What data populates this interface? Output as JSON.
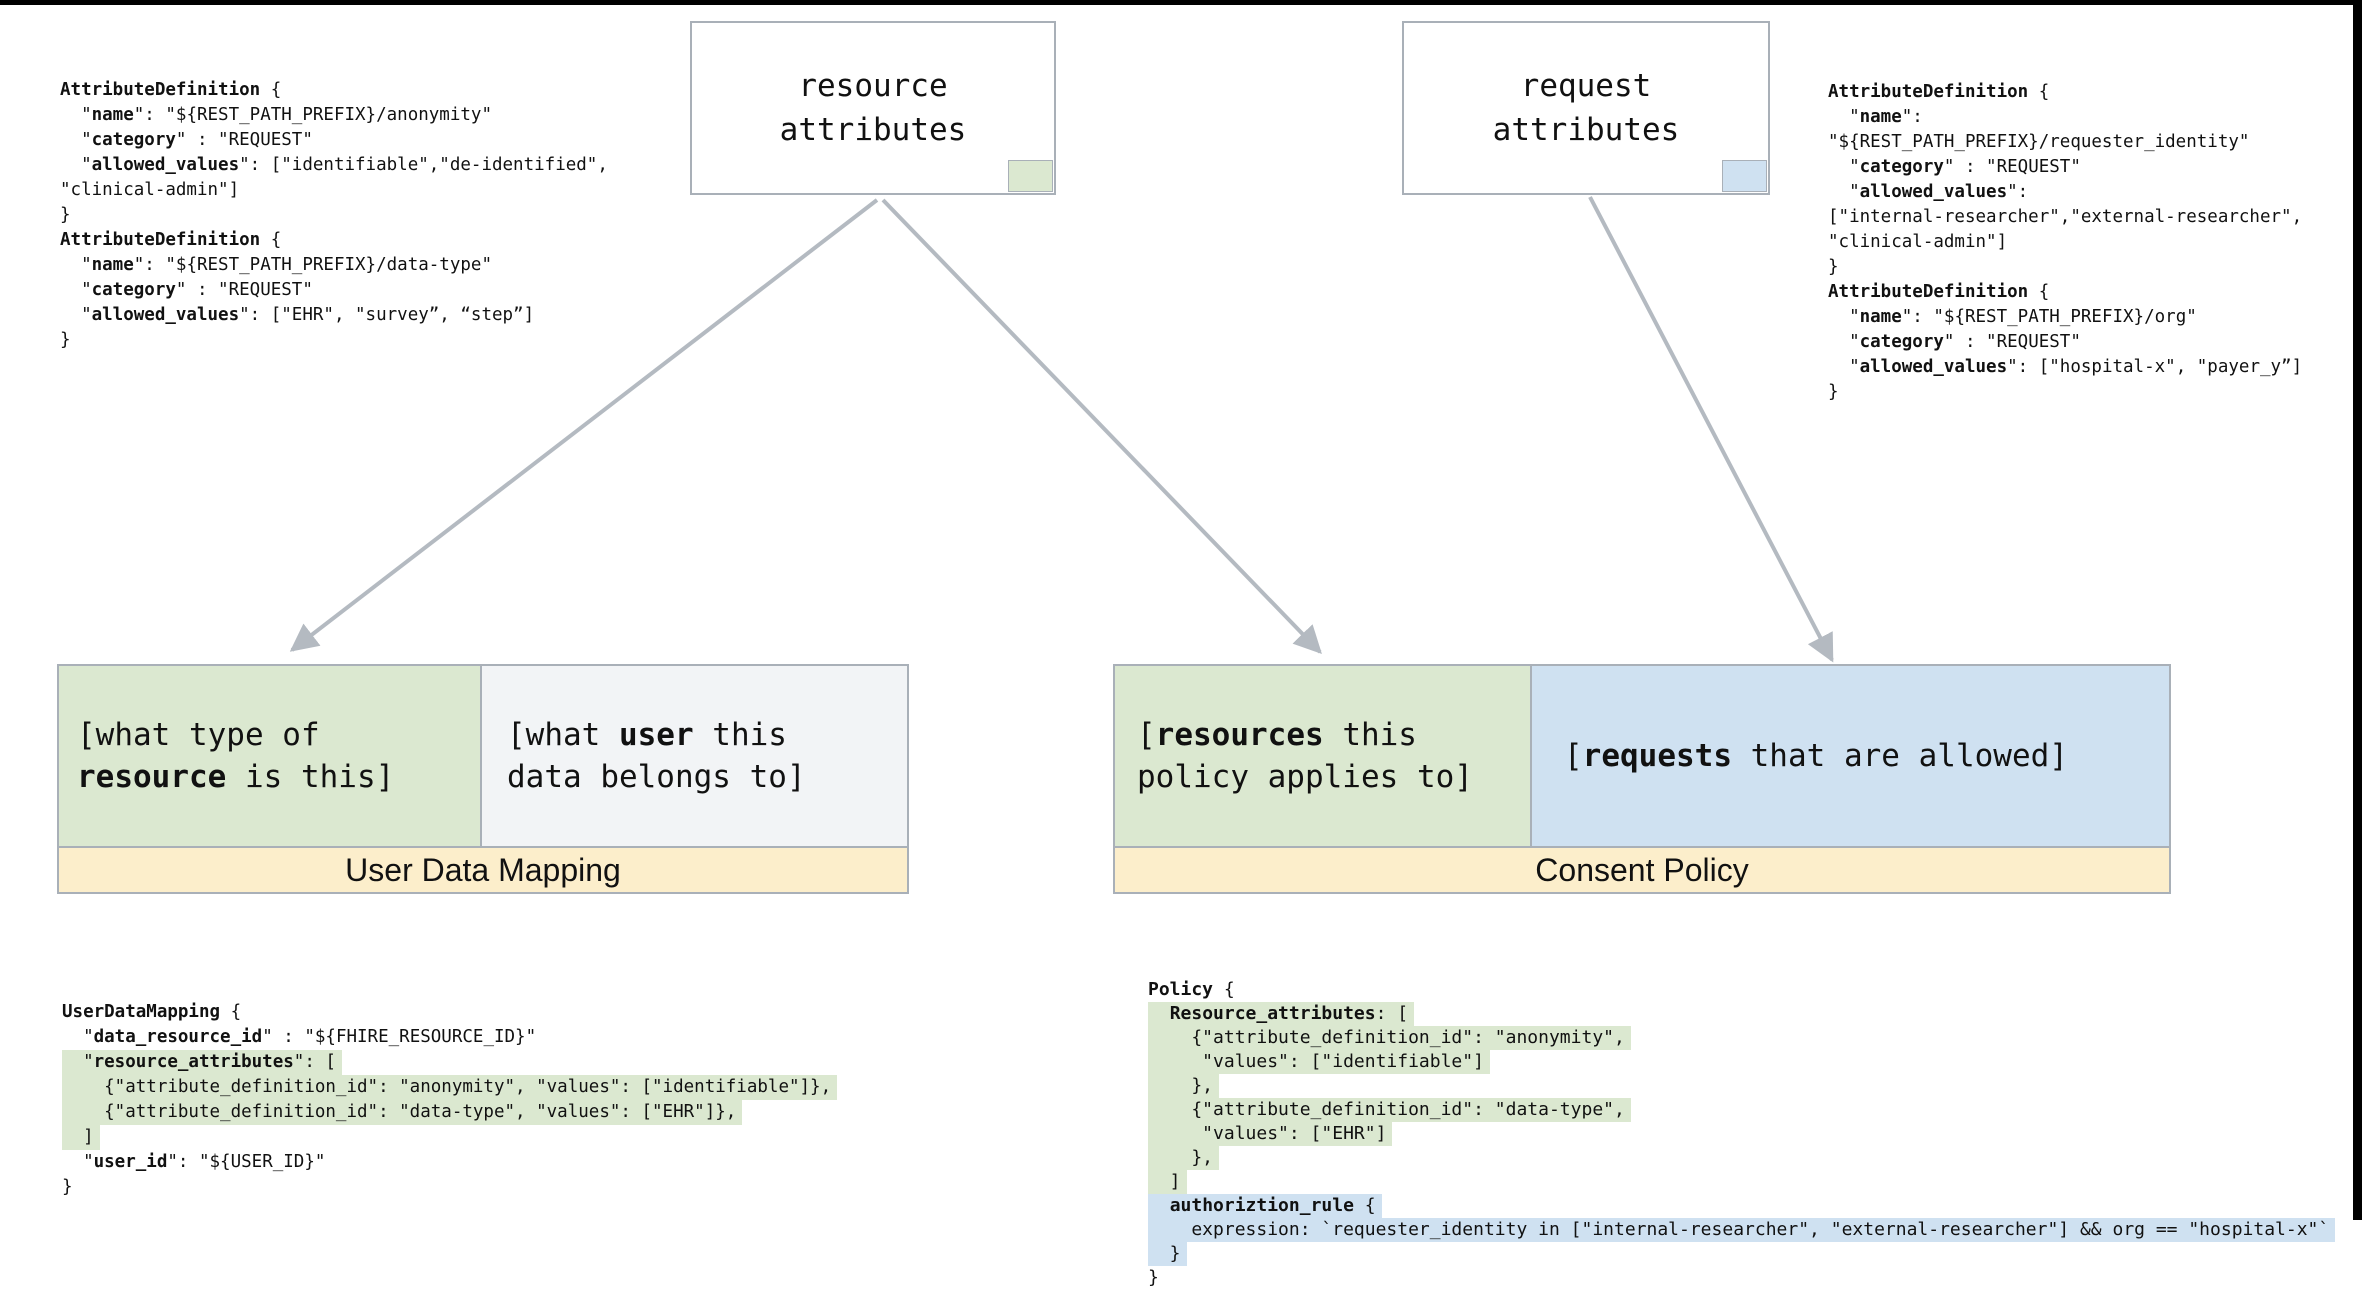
{
  "colors": {
    "green": "#dbe8d0",
    "blue": "#cfe1f1",
    "yellow": "#fceecb",
    "graycell": "#f2f4f6",
    "border": "#a9b0b8",
    "arrow": "#b4bac1",
    "black": "#000000"
  },
  "top_boxes": {
    "resource": {
      "label": "resource\nattributes"
    },
    "request": {
      "label": "request\nattributes"
    }
  },
  "attribute_definitions": {
    "left": {
      "lines": [
        {
          "hl": null,
          "segs": [
            {
              "t": "AttributeDefinition",
              "b": true
            },
            {
              "t": " {"
            }
          ]
        },
        {
          "hl": null,
          "segs": [
            {
              "t": "  \""
            },
            {
              "t": "name",
              "b": true
            },
            {
              "t": "\": \"${REST_PATH_PREFIX}/anonymity\""
            }
          ]
        },
        {
          "hl": null,
          "segs": [
            {
              "t": "  \""
            },
            {
              "t": "category",
              "b": true
            },
            {
              "t": "\" : \"REQUEST\""
            }
          ]
        },
        {
          "hl": null,
          "segs": [
            {
              "t": "  \""
            },
            {
              "t": "allowed_values",
              "b": true
            },
            {
              "t": "\": [\"identifiable\",\"de-identified\","
            }
          ]
        },
        {
          "hl": null,
          "segs": [
            {
              "t": "\"clinical-admin\"]"
            }
          ]
        },
        {
          "hl": null,
          "segs": [
            {
              "t": "}"
            }
          ]
        },
        {
          "hl": null,
          "segs": [
            {
              "t": "AttributeDefinition",
              "b": true
            },
            {
              "t": " {"
            }
          ]
        },
        {
          "hl": null,
          "segs": [
            {
              "t": "  \""
            },
            {
              "t": "name",
              "b": true
            },
            {
              "t": "\": \"${REST_PATH_PREFIX}/data-type\""
            }
          ]
        },
        {
          "hl": null,
          "segs": [
            {
              "t": "  \""
            },
            {
              "t": "category",
              "b": true
            },
            {
              "t": "\" : \"REQUEST\""
            }
          ]
        },
        {
          "hl": null,
          "segs": [
            {
              "t": "  \""
            },
            {
              "t": "allowed_values",
              "b": true
            },
            {
              "t": "\": [\"EHR\", \"survey”, “step”]"
            }
          ]
        },
        {
          "hl": null,
          "segs": [
            {
              "t": "}"
            }
          ]
        }
      ]
    },
    "right": {
      "lines": [
        {
          "hl": null,
          "segs": [
            {
              "t": "AttributeDefinition",
              "b": true
            },
            {
              "t": " {"
            }
          ]
        },
        {
          "hl": null,
          "segs": [
            {
              "t": "  \""
            },
            {
              "t": "name",
              "b": true
            },
            {
              "t": "\":"
            }
          ]
        },
        {
          "hl": null,
          "segs": [
            {
              "t": "\"${REST_PATH_PREFIX}/requester_identity\""
            }
          ]
        },
        {
          "hl": null,
          "segs": [
            {
              "t": "  \""
            },
            {
              "t": "category",
              "b": true
            },
            {
              "t": "\" : \"REQUEST\""
            }
          ]
        },
        {
          "hl": null,
          "segs": [
            {
              "t": "  \""
            },
            {
              "t": "allowed_values",
              "b": true
            },
            {
              "t": "\":"
            }
          ]
        },
        {
          "hl": null,
          "segs": [
            {
              "t": "[\"internal-researcher\",\"external-researcher\","
            }
          ]
        },
        {
          "hl": null,
          "segs": [
            {
              "t": "\"clinical-admin\"]"
            }
          ]
        },
        {
          "hl": null,
          "segs": [
            {
              "t": "}"
            }
          ]
        },
        {
          "hl": null,
          "segs": [
            {
              "t": "AttributeDefinition",
              "b": true
            },
            {
              "t": " {"
            }
          ]
        },
        {
          "hl": null,
          "segs": [
            {
              "t": "  \""
            },
            {
              "t": "name",
              "b": true
            },
            {
              "t": "\": \"${REST_PATH_PREFIX}/org\""
            }
          ]
        },
        {
          "hl": null,
          "segs": [
            {
              "t": "  \""
            },
            {
              "t": "category",
              "b": true
            },
            {
              "t": "\" : \"REQUEST\""
            }
          ]
        },
        {
          "hl": null,
          "segs": [
            {
              "t": "  \""
            },
            {
              "t": "allowed_values",
              "b": true
            },
            {
              "t": "\": [\"hospital-x\", \"payer_y”]"
            }
          ]
        },
        {
          "hl": null,
          "segs": [
            {
              "t": "}"
            }
          ]
        }
      ]
    }
  },
  "user_data_mapping": {
    "title": "User Data Mapping",
    "green_cell": {
      "lines": [
        {
          "hl": null,
          "segs": [
            {
              "t": "[what type of"
            }
          ]
        },
        {
          "hl": null,
          "segs": [
            {
              "t": "resource",
              "b": true
            },
            {
              "t": " is this]"
            }
          ]
        }
      ]
    },
    "gray_cell": {
      "lines": [
        {
          "hl": null,
          "segs": [
            {
              "t": "[what "
            },
            {
              "t": "user",
              "b": true
            },
            {
              "t": " this"
            }
          ]
        },
        {
          "hl": null,
          "segs": [
            {
              "t": "data belongs to]"
            }
          ]
        }
      ]
    },
    "code": {
      "lines": [
        {
          "hl": null,
          "segs": [
            {
              "t": "UserDataMapping",
              "b": true
            },
            {
              "t": " {"
            }
          ]
        },
        {
          "hl": null,
          "segs": [
            {
              "t": "  \""
            },
            {
              "t": "data_resource_id",
              "b": true
            },
            {
              "t": "\" : \"${FHIRE_RESOURCE_ID}\""
            }
          ]
        },
        {
          "hl": "green",
          "segs": [
            {
              "t": "  \""
            },
            {
              "t": "resource_attributes",
              "b": true
            },
            {
              "t": "\": ["
            }
          ]
        },
        {
          "hl": "green",
          "segs": [
            {
              "t": "    {\"attribute_definition_id\": \"anonymity\", \"values\": [\"identifiable\"]},"
            }
          ]
        },
        {
          "hl": "green",
          "segs": [
            {
              "t": "    {\"attribute_definition_id\": \"data-type\", \"values\": [\"EHR\"]},"
            }
          ]
        },
        {
          "hl": "green",
          "segs": [
            {
              "t": "  ]"
            }
          ]
        },
        {
          "hl": null,
          "segs": [
            {
              "t": "  \""
            },
            {
              "t": "user_id",
              "b": true
            },
            {
              "t": "\": \"${USER_ID}\""
            }
          ]
        },
        {
          "hl": null,
          "segs": [
            {
              "t": "}"
            }
          ]
        }
      ]
    }
  },
  "consent_policy": {
    "title": "Consent Policy",
    "green_cell": {
      "lines": [
        {
          "hl": null,
          "segs": [
            {
              "t": "["
            },
            {
              "t": "resources",
              "b": true
            },
            {
              "t": " this"
            }
          ]
        },
        {
          "hl": null,
          "segs": [
            {
              "t": "policy applies to]"
            }
          ]
        }
      ]
    },
    "blue_cell": {
      "lines": [
        {
          "hl": null,
          "segs": [
            {
              "t": "["
            },
            {
              "t": "requests",
              "b": true
            },
            {
              "t": " that are allowed]"
            }
          ]
        }
      ]
    },
    "code": {
      "lines": [
        {
          "hl": null,
          "segs": [
            {
              "t": "Policy",
              "b": true
            },
            {
              "t": " {"
            }
          ]
        },
        {
          "hl": "green",
          "segs": [
            {
              "t": "  "
            },
            {
              "t": "Resource_attributes",
              "b": true
            },
            {
              "t": ": ["
            }
          ]
        },
        {
          "hl": "green",
          "segs": [
            {
              "t": "    {\"attribute_definition_id\": \"anonymity\","
            }
          ]
        },
        {
          "hl": "green",
          "segs": [
            {
              "t": "     \"values\": [\"identifiable\"]"
            }
          ]
        },
        {
          "hl": "green",
          "segs": [
            {
              "t": "    },"
            }
          ]
        },
        {
          "hl": "green",
          "segs": [
            {
              "t": "    {\"attribute_definition_id\": \"data-type\","
            }
          ]
        },
        {
          "hl": "green",
          "segs": [
            {
              "t": "     \"values\": [\"EHR\"]"
            }
          ]
        },
        {
          "hl": "green",
          "segs": [
            {
              "t": "    },"
            }
          ]
        },
        {
          "hl": "green",
          "segs": [
            {
              "t": "  ]"
            }
          ]
        },
        {
          "hl": "blue",
          "segs": [
            {
              "t": "  "
            },
            {
              "t": "authoriztion_rule",
              "b": true
            },
            {
              "t": " {"
            }
          ]
        },
        {
          "hl": "blue",
          "segs": [
            {
              "t": "    expression: `requester_identity in [\"internal-researcher\", \"external-researcher\"] && org == \"hospital-x\"`"
            }
          ]
        },
        {
          "hl": "blue",
          "segs": [
            {
              "t": "  }"
            }
          ]
        },
        {
          "hl": null,
          "segs": [
            {
              "t": "}"
            }
          ]
        }
      ]
    }
  }
}
